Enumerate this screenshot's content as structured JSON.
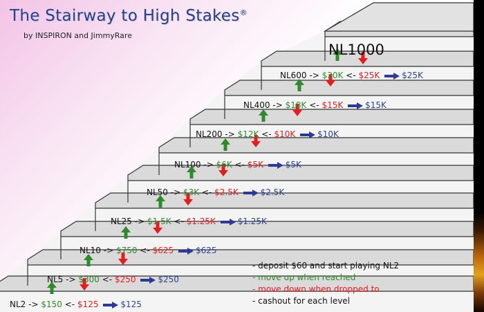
{
  "header": {
    "title": "The Stairway to High Stakes",
    "registered_mark": "®",
    "byline": "by INSPIRON and JimmyRare"
  },
  "top_level": "NL1000",
  "levels": [
    {
      "name": "NL2",
      "up": "$150",
      "down": "$125",
      "cashout": "$125"
    },
    {
      "name": "NL5",
      "up": "$300",
      "down": "$250",
      "cashout": "$250"
    },
    {
      "name": "NL10",
      "up": "$750",
      "down": "$625",
      "cashout": "$625"
    },
    {
      "name": "NL25",
      "up": "$1.5K",
      "down": "$1.25K",
      "cashout": "$1.25K"
    },
    {
      "name": "NL50",
      "up": "$3K",
      "down": "$2.5K",
      "cashout": "$2.5K"
    },
    {
      "name": "NL100",
      "up": "$6K",
      "down": "$5K",
      "cashout": "$5K"
    },
    {
      "name": "NL200",
      "up": "$12K",
      "down": "$10K",
      "cashout": "$10K"
    },
    {
      "name": "NL400",
      "up": "$18K",
      "down": "$15K",
      "cashout": "$15K"
    },
    {
      "name": "NL600",
      "up": "$30K",
      "down": "$25K",
      "cashout": "$25K"
    }
  ],
  "operators": {
    "up": "->",
    "down": "<-"
  },
  "legend": [
    {
      "text": "- deposit $60 and start playing NL2",
      "color": "black"
    },
    {
      "text": "- move up when reached",
      "color": "green"
    },
    {
      "text": "- move down when dropped to",
      "color": "red"
    },
    {
      "text": "- cashout for each level",
      "color": "black"
    }
  ],
  "colors": {
    "title": "#2c3e86",
    "up": "#2f8a2a",
    "down": "#e41d1d",
    "cashout": "#2d4393",
    "stair_fill": "#dadada",
    "stair_line": "#333333"
  }
}
